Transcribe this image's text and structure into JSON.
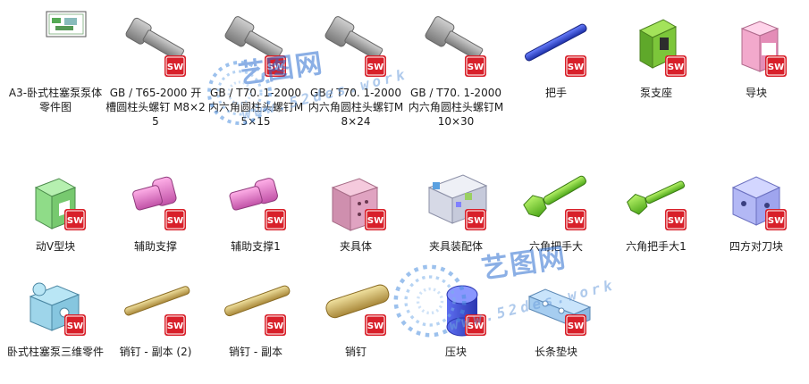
{
  "files": [
    {
      "label": "A3-卧式柱塞泵泵体零件图",
      "icon": "drawing-icon"
    },
    {
      "label": "GB / T65-2000 开槽圆柱头螺钉 M8×25",
      "icon": "screw-icon"
    },
    {
      "label": "GB / T70. 1-2000内六角圆柱头螺钉M5×15",
      "icon": "screw-icon"
    },
    {
      "label": "GB / T70. 1-2000内六角圆柱头螺钉M8×24",
      "icon": "screw-icon"
    },
    {
      "label": "GB / T70. 1-2000内六角圆柱头螺钉M10×30",
      "icon": "screw-icon"
    },
    {
      "label": "把手",
      "icon": "handle-rod-icon"
    },
    {
      "label": "泵支座",
      "icon": "bracket-icon"
    },
    {
      "label": "导块",
      "icon": "guide-block-icon"
    },
    {
      "label": "动V型块",
      "icon": "v-block-icon"
    },
    {
      "label": "辅助支撑",
      "icon": "support-icon"
    },
    {
      "label": "辅助支撑1",
      "icon": "support-icon"
    },
    {
      "label": "夹具体",
      "icon": "fixture-plate-icon"
    },
    {
      "label": "夹具装配体",
      "icon": "assembly-icon"
    },
    {
      "label": "六角把手大",
      "icon": "hex-handle-icon"
    },
    {
      "label": "六角把手大1",
      "icon": "hex-handle-icon"
    },
    {
      "label": "四方对刀块",
      "icon": "square-block-icon"
    },
    {
      "label": "卧式柱塞泵三维零件",
      "icon": "pump-body-icon"
    },
    {
      "label": "销钉 - 副本 (2)",
      "icon": "pin-icon"
    },
    {
      "label": "销钉 - 副本",
      "icon": "pin-icon"
    },
    {
      "label": "销钉",
      "icon": "pin-icon"
    },
    {
      "label": "压块",
      "icon": "cylinder-block-icon"
    },
    {
      "label": "长条垫块",
      "icon": "long-block-icon"
    }
  ],
  "badge": {
    "text": "SW",
    "color": "#d8202a"
  },
  "watermark": {
    "title": "艺图网",
    "url": "www.52des.work"
  }
}
